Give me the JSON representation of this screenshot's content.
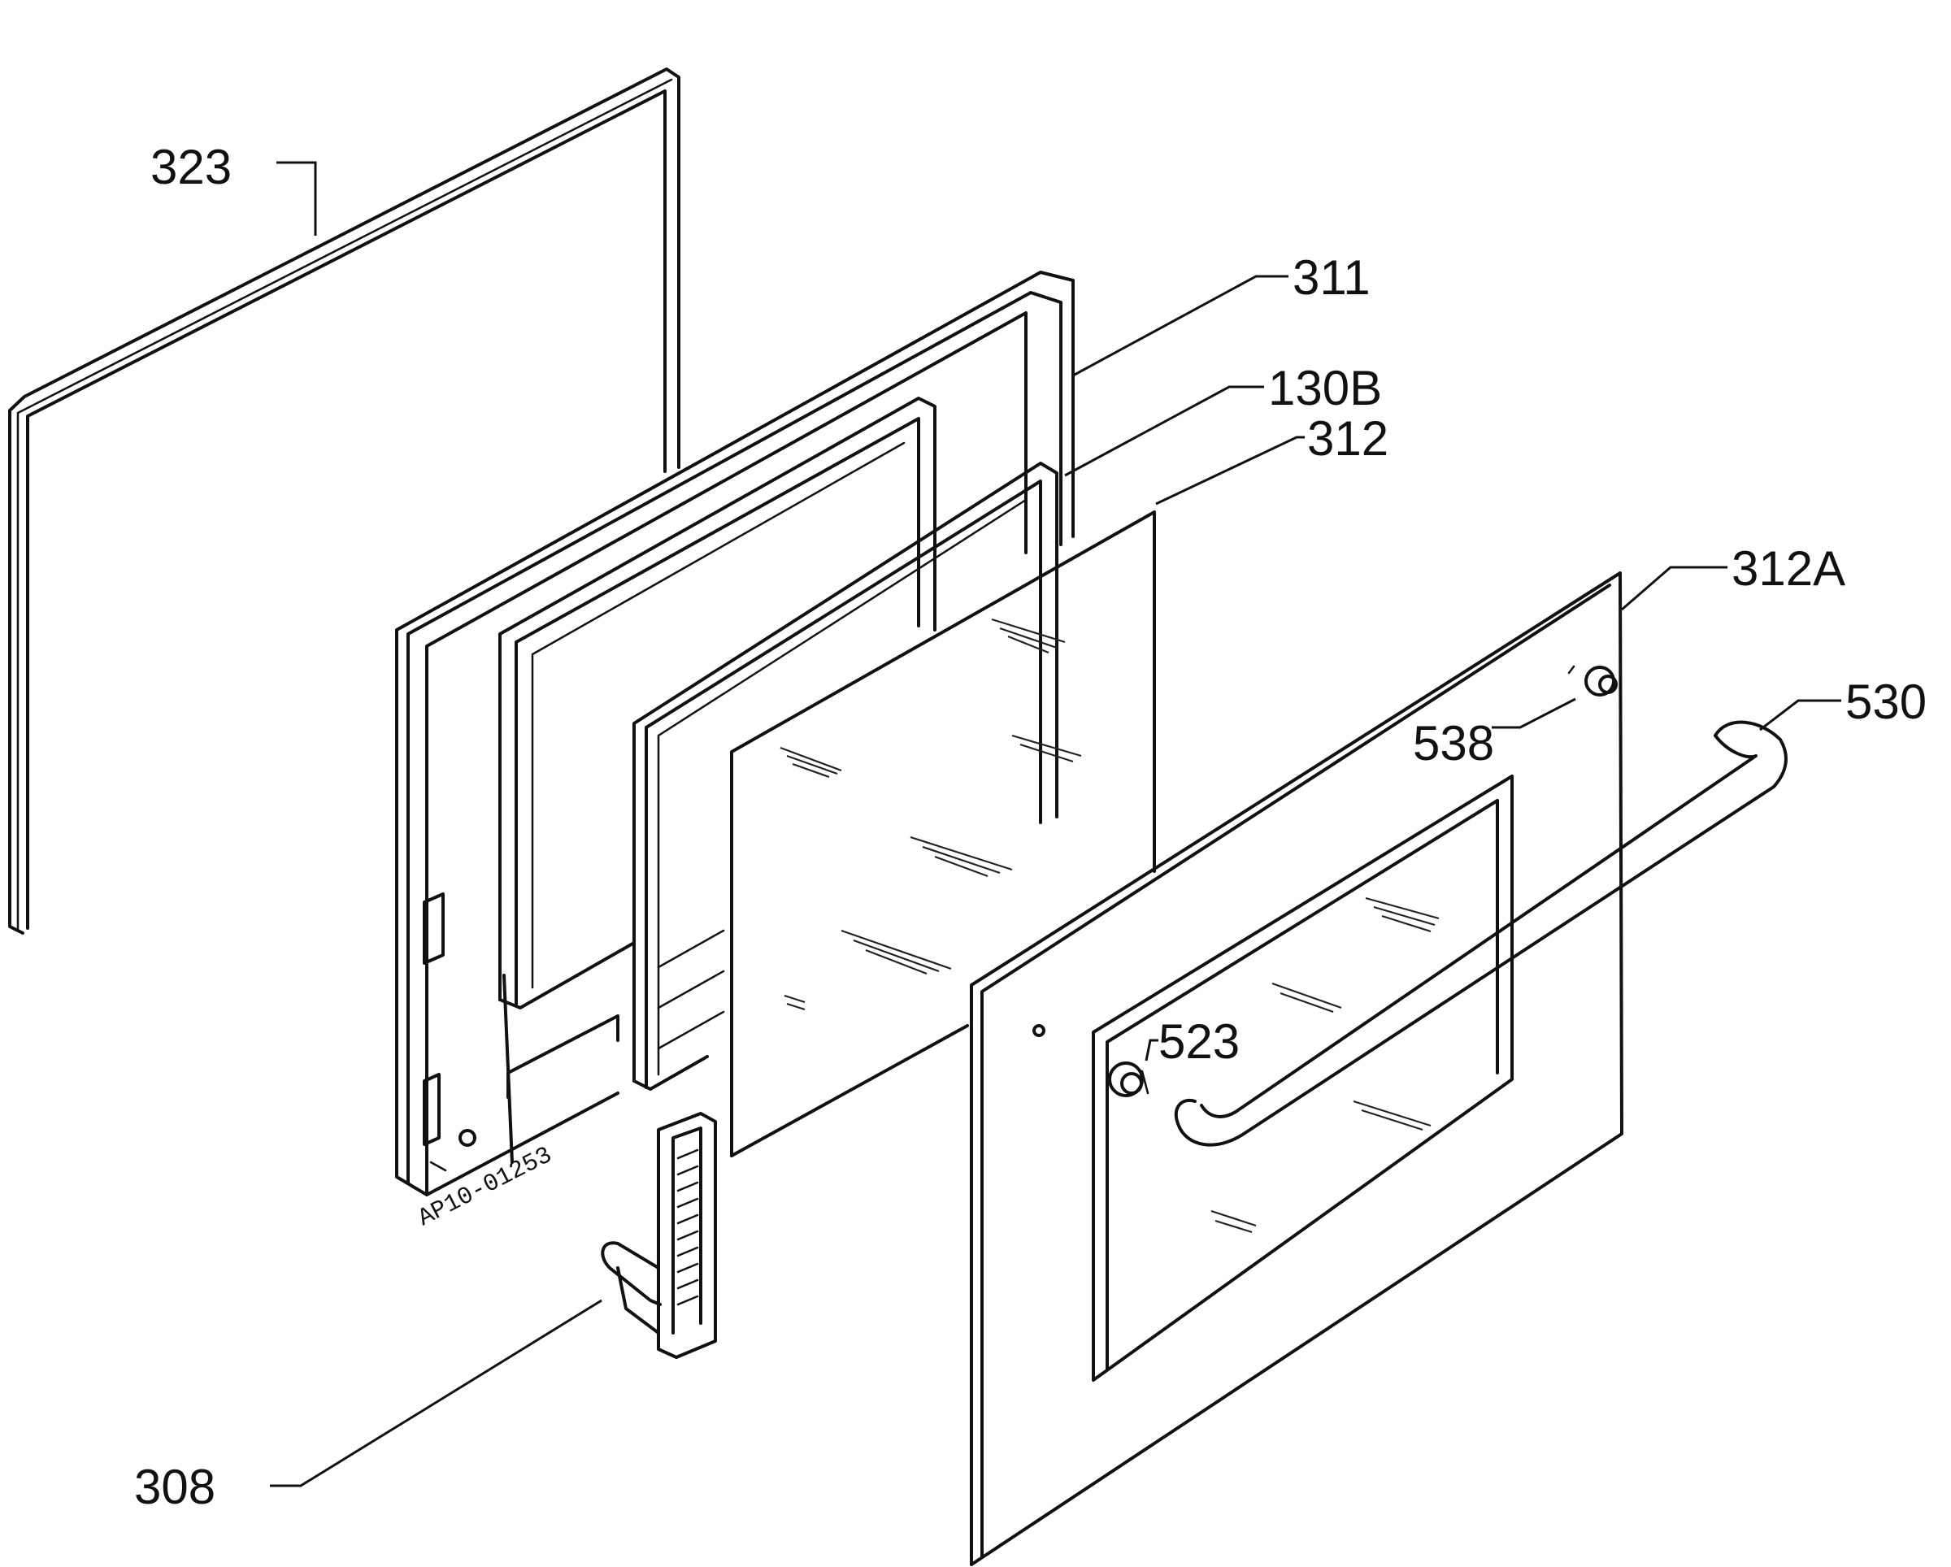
{
  "diagram": {
    "part_labels": {
      "p323": "323",
      "p311": "311",
      "p130b": "130B",
      "p312": "312",
      "p312a": "312A",
      "p538": "538",
      "p530": "530",
      "p523": "523",
      "p308": "308"
    },
    "drawing_code": "AP10-01253",
    "colors": {
      "line": "#111111",
      "background": "#ffffff"
    }
  }
}
